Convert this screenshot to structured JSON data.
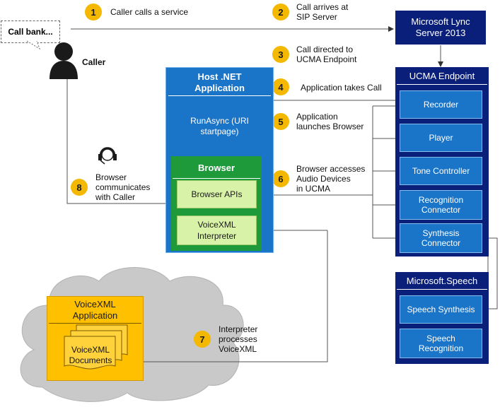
{
  "caller": {
    "bubble": "Call bank...",
    "label": "Caller"
  },
  "steps": [
    {
      "num": "1",
      "text": "Caller calls a service"
    },
    {
      "num": "2",
      "text": "Call arrives at\nSIP Server"
    },
    {
      "num": "3",
      "text": "Call directed to\nUCMA Endpoint"
    },
    {
      "num": "4",
      "text": "Application takes Call"
    },
    {
      "num": "5",
      "text": "Application\nlaunches Browser"
    },
    {
      "num": "6",
      "text": "Browser accesses\nAudio Devices\nin UCMA"
    },
    {
      "num": "7",
      "text": "Interpreter\nprocesses\nVoiceXML"
    },
    {
      "num": "8",
      "text": "Browser\ncommunicates\nwith Caller"
    }
  ],
  "lync": {
    "title": "Microsoft Lync\nServer 2013"
  },
  "host": {
    "title": "Host .NET\nApplication",
    "runasync": "RunAsync (URI\nstartpage)"
  },
  "browser": {
    "title": "Browser",
    "apis": "Browser APIs",
    "interpreter": "VoiceXML\nInterpreter"
  },
  "ucma": {
    "title": "UCMA Endpoint",
    "items": [
      "Recorder",
      "Player",
      "Tone Controller",
      "Recognition\nConnector",
      "Synthesis\nConnector"
    ]
  },
  "speech": {
    "title": "Microsoft.Speech",
    "items": [
      "Speech Synthesis",
      "Speech\nRecognition"
    ]
  },
  "vxml": {
    "title": "VoiceXML\nApplication",
    "docs": "VoiceXML\nDocuments"
  },
  "colors": {
    "navy": "#0a1f7a",
    "blue": "#1a74c8",
    "green": "#1f9a3a",
    "yellow": "#ffc000",
    "badge": "#f4b800",
    "cloud": "#c9c9c9"
  }
}
